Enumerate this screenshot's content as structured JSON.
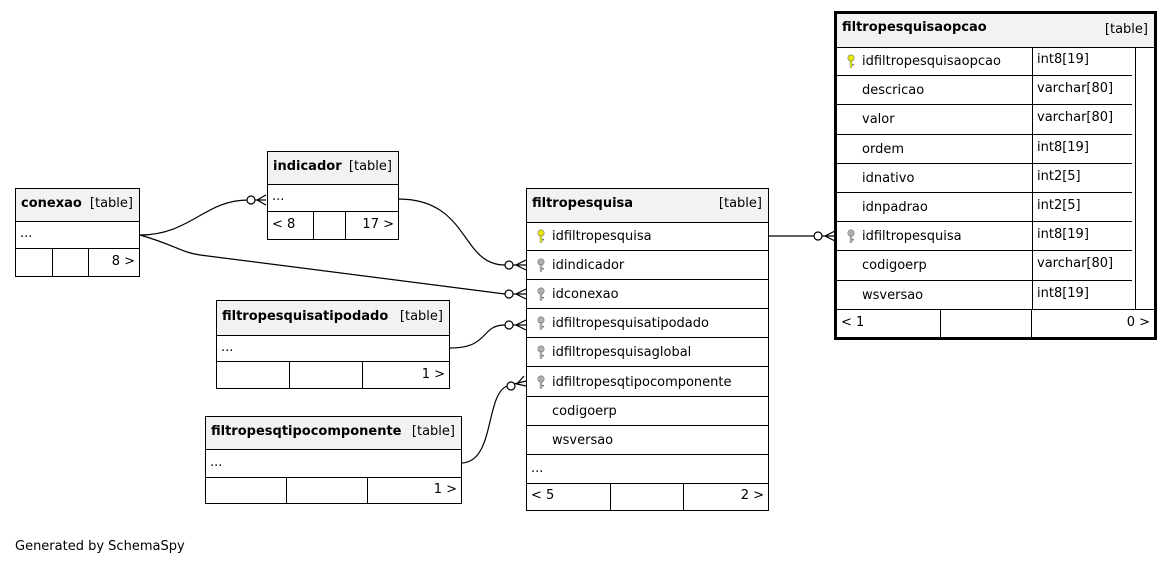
{
  "tables": {
    "conexao": {
      "name": "conexao",
      "type": "[table]",
      "ellipsis": "...",
      "footer": [
        "",
        "",
        "8 >"
      ]
    },
    "indicador": {
      "name": "indicador",
      "type": "[table]",
      "ellipsis": "...",
      "footer": [
        "< 8",
        "",
        "17 >"
      ]
    },
    "filtropesquisatipodado": {
      "name": "filtropesquisatipodado",
      "type": "[table]",
      "ellipsis": "...",
      "footer": [
        "",
        "",
        "1 >"
      ]
    },
    "filtropesqtipocomponente": {
      "name": "filtropesqtipocomponente",
      "type": "[table]",
      "ellipsis": "...",
      "footer": [
        "",
        "",
        "1 >"
      ]
    },
    "filtropesquisa": {
      "name": "filtropesquisa",
      "type": "[table]",
      "columns": [
        {
          "name": "idfiltropesquisa",
          "key": "primary"
        },
        {
          "name": "idindicador",
          "key": "foreign"
        },
        {
          "name": "idconexao",
          "key": "foreign"
        },
        {
          "name": "idfiltropesquisatipodado",
          "key": "foreign"
        },
        {
          "name": "idfiltropesquisaglobal",
          "key": "foreign"
        },
        {
          "name": "idfiltropesqtipocomponente",
          "key": "foreign"
        },
        {
          "name": "codigoerp",
          "key": "none"
        },
        {
          "name": "wsversao",
          "key": "none"
        }
      ],
      "ellipsis": "...",
      "footer": [
        "< 5",
        "",
        "2 >"
      ]
    },
    "filtropesquisaopcao": {
      "name": "filtropesquisaopcao",
      "type": "[table]",
      "columns": [
        {
          "name": "idfiltropesquisaopcao",
          "type": "int8[19]",
          "key": "primary"
        },
        {
          "name": "descricao",
          "type": "varchar[80]",
          "key": "none"
        },
        {
          "name": "valor",
          "type": "varchar[80]",
          "key": "none"
        },
        {
          "name": "ordem",
          "type": "int8[19]",
          "key": "none"
        },
        {
          "name": "idnativo",
          "type": "int2[5]",
          "key": "none"
        },
        {
          "name": "idnpadrao",
          "type": "int2[5]",
          "key": "none"
        },
        {
          "name": "idfiltropesquisa",
          "type": "int8[19]",
          "key": "foreign"
        },
        {
          "name": "codigoerp",
          "type": "varchar[80]",
          "key": "none"
        },
        {
          "name": "wsversao",
          "type": "int8[19]",
          "key": "none"
        }
      ],
      "footer": [
        "< 1",
        "",
        "0 >"
      ]
    }
  },
  "key_colors": {
    "primary": "#e8e800",
    "foreign": "#b0b0b0"
  },
  "footer_text": "Generated by SchemaSpy"
}
